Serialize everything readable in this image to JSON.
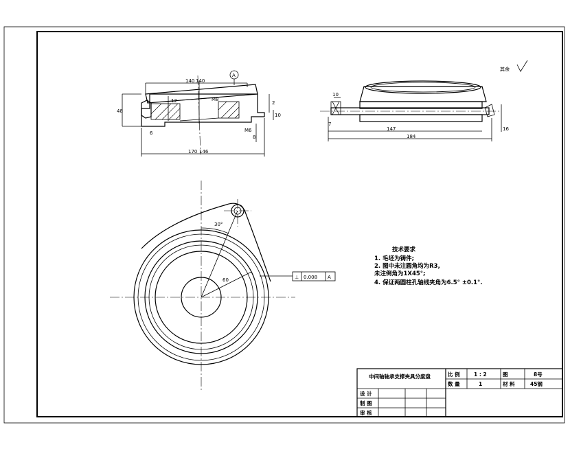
{
  "section_view": {
    "dims": {
      "top_width": "140",
      "top_h": "140",
      "datum": "A",
      "height_left": "48",
      "inner_label": "M8",
      "inner_d": "12",
      "right_h": "2",
      "right_10": "10",
      "bottom_6": "6",
      "bottom_8": "8",
      "bottom_m6": "M6",
      "overall": "170",
      "overall_h": "146"
    }
  },
  "side_view": {
    "dims": {
      "d10": "10",
      "d7": "7",
      "d147": "147",
      "d184": "184",
      "d16": "16"
    },
    "roughness": "其余"
  },
  "plan_view": {
    "angle": "30°",
    "radius": "60",
    "tolerance": {
      "symbol": "⊥",
      "value": "0.008",
      "datum": "A"
    }
  },
  "technical_requirements": {
    "title": "技术要求",
    "items": [
      "1. 毛坯为铸件;",
      "2. 图中未注圆角均为R3,",
      "    未注倒角为1X45°;",
      "4. 保证两圆柱孔轴线夹角为6.5° ±0.1°."
    ]
  },
  "title_block": {
    "title": "中间轴轴承支撑夹具分度盘",
    "scale_label": "比 例",
    "scale_value": "1 : 2",
    "drawing_label": "图",
    "drawing_no": "8号",
    "qty_label": "数 量",
    "qty_value": "1",
    "material_label": "材 料",
    "material_value": "45钢",
    "designer_label": "设 计",
    "drafter_label": "制 图",
    "reviewer_label": "审 核"
  },
  "colors": {
    "line": "#000000",
    "background": "#ffffff"
  }
}
